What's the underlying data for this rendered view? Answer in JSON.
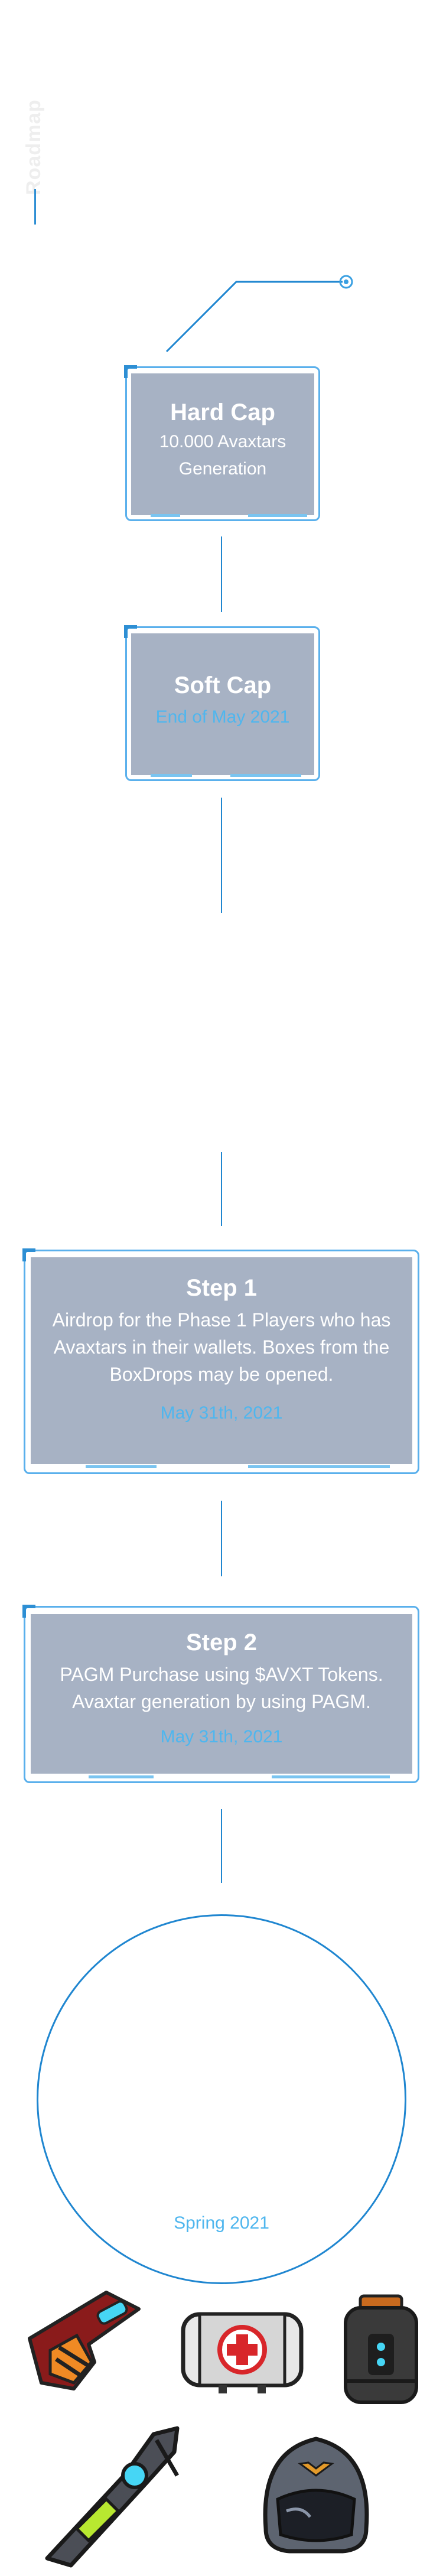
{
  "roadmap": {
    "title": "Roadmap"
  },
  "milestones": [
    {
      "title": "Hard Cap",
      "line1": "10.000 Avaxtars",
      "line2": "Generation"
    },
    {
      "title": "Soft Cap",
      "date": "End of May 2021"
    }
  ],
  "steps": [
    {
      "title": "Step 1",
      "text": "Airdrop for the Phase 1 Players who has Avaxtars in their wallets. Boxes from the BoxDrops may be opened.",
      "date": "May 31th, 2021"
    },
    {
      "title": "Step 2",
      "text": "PAGM Purchase using $AVXT Tokens. Avaxtar generation by using PAGM.",
      "date": "May 31th, 2021"
    }
  ],
  "season": {
    "label": "Spring 2021"
  },
  "items": [
    "laser-pistol-icon",
    "medkit-icon",
    "grenade-canister-icon",
    "plasma-rifle-icon",
    "space-helmet-icon"
  ],
  "colors": {
    "accent": "#1f86d0",
    "card": "#a7b2c4",
    "date": "#4fb6ee"
  }
}
